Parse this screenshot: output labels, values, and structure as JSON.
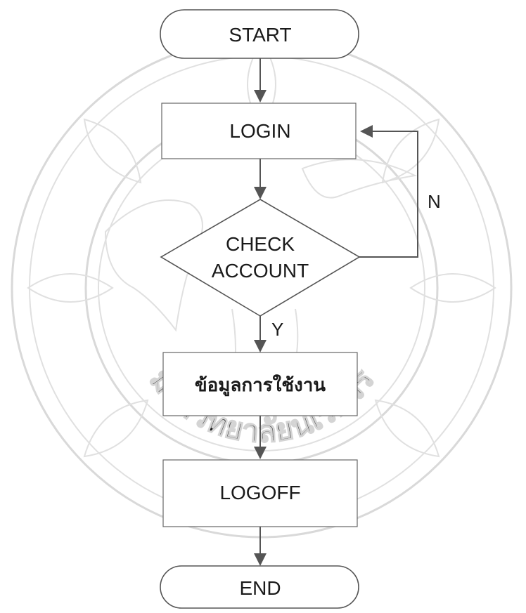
{
  "diagram": {
    "nodes": {
      "start": "START",
      "login": "LOGIN",
      "check_line1": "CHECK",
      "check_line2": "ACCOUNT",
      "usage": "ข้อมูลการใช้งาน",
      "logoff": "LOGOFF",
      "end": "END"
    },
    "edges": {
      "no_label": "N",
      "yes_label": "Y"
    },
    "watermark": {
      "seal_text": "มหาวิทยาลัยนเรศวร"
    }
  }
}
